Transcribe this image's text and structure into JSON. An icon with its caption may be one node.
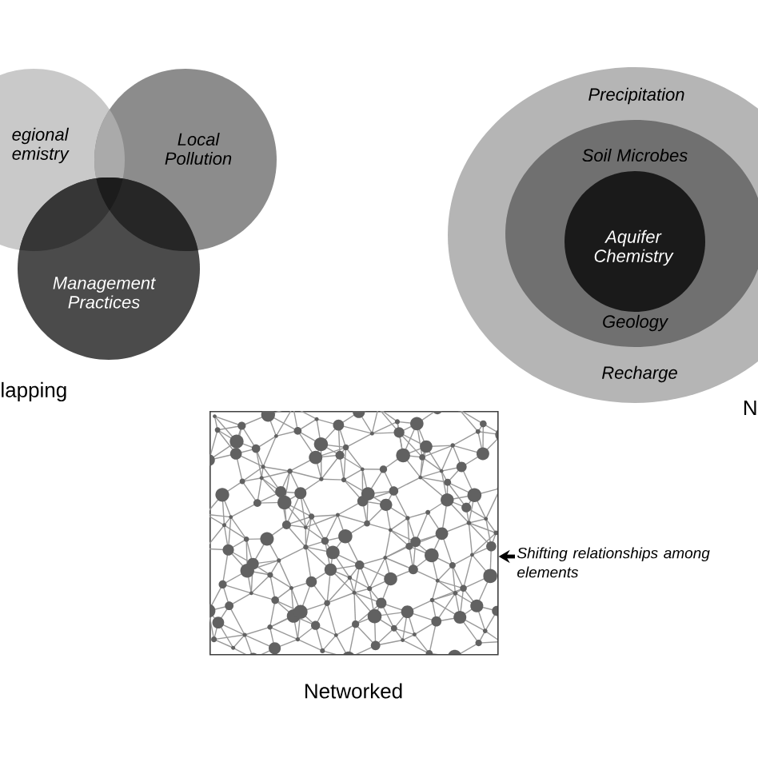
{
  "diagram": {
    "nodes": [
      {
        "text": [
          "egional emistry"
        ]
      },
      {
        "text": [
          "Local Pollution"
        ]
      },
      {
        "text": [
          "Management Practices"
        ]
      },
      {
        "text": [
          "Precipitation",
          "Recharge"
        ]
      },
      {
        "text": [
          "Soil Microbes",
          "Geology"
        ],
        "in": 3
      },
      {
        "text": [
          "Aquifer Chemistry"
        ],
        "in": 4
      },
      {
        "text": [],
        "shape": "picture"
      },
      {
        "text": [
          "Shifting relationships among elements"
        ]
      }
    ],
    "edges": [
      {
        "from": 7,
        "to": 6,
        "arrow": "to"
      }
    ],
    "labels": [
      "lapping",
      "N",
      "Networked"
    ]
  }
}
